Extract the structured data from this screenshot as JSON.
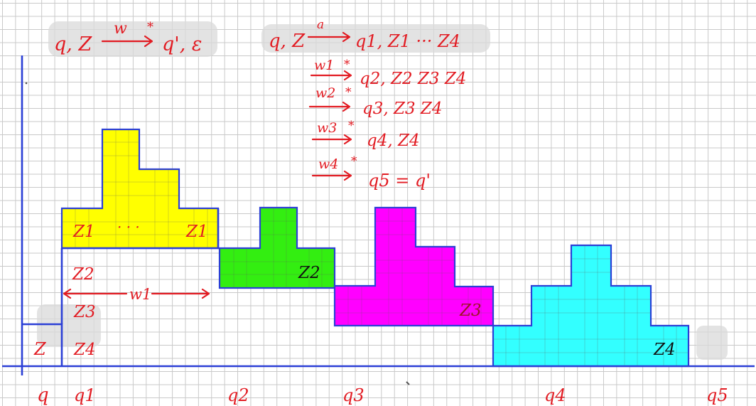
{
  "top_left": {
    "from": "q, Z",
    "word": "w",
    "star": "*",
    "to": "q', ε"
  },
  "top_right": {
    "first": {
      "label": "a",
      "from": "q, Z",
      "result": "q1,  Z1 ··· Z4"
    },
    "steps": [
      {
        "label": "w1",
        "star": "*",
        "result": "q2,  Z2 Z3 Z4"
      },
      {
        "label": "w2",
        "star": "*",
        "result": "q3,  Z3 Z4"
      },
      {
        "label": "w3",
        "star": "*",
        "result": "q4,  Z4"
      },
      {
        "label": "w4",
        "star": "*",
        "result": "q5 = q'"
      }
    ]
  },
  "stack": {
    "z1_left": "Z1",
    "dots": "· · ·",
    "z1_right": "Z1",
    "z2_left": "Z2",
    "w1": "w1",
    "z3_left": "Z3",
    "z_bottom": "Z",
    "z4_left": "Z4",
    "z2_block": "Z2",
    "z3_block": "Z3",
    "z4_block": "Z4"
  },
  "states": [
    "q",
    "q1",
    "q2",
    "q3",
    "q4",
    "q5"
  ],
  "colors": {
    "yellow": "#ffff00",
    "green": "#33ee11",
    "magenta": "#ff00ff",
    "cyan": "#33ffff",
    "ink_red": "#e21b22",
    "ink_blue": "#2b3fd6"
  }
}
